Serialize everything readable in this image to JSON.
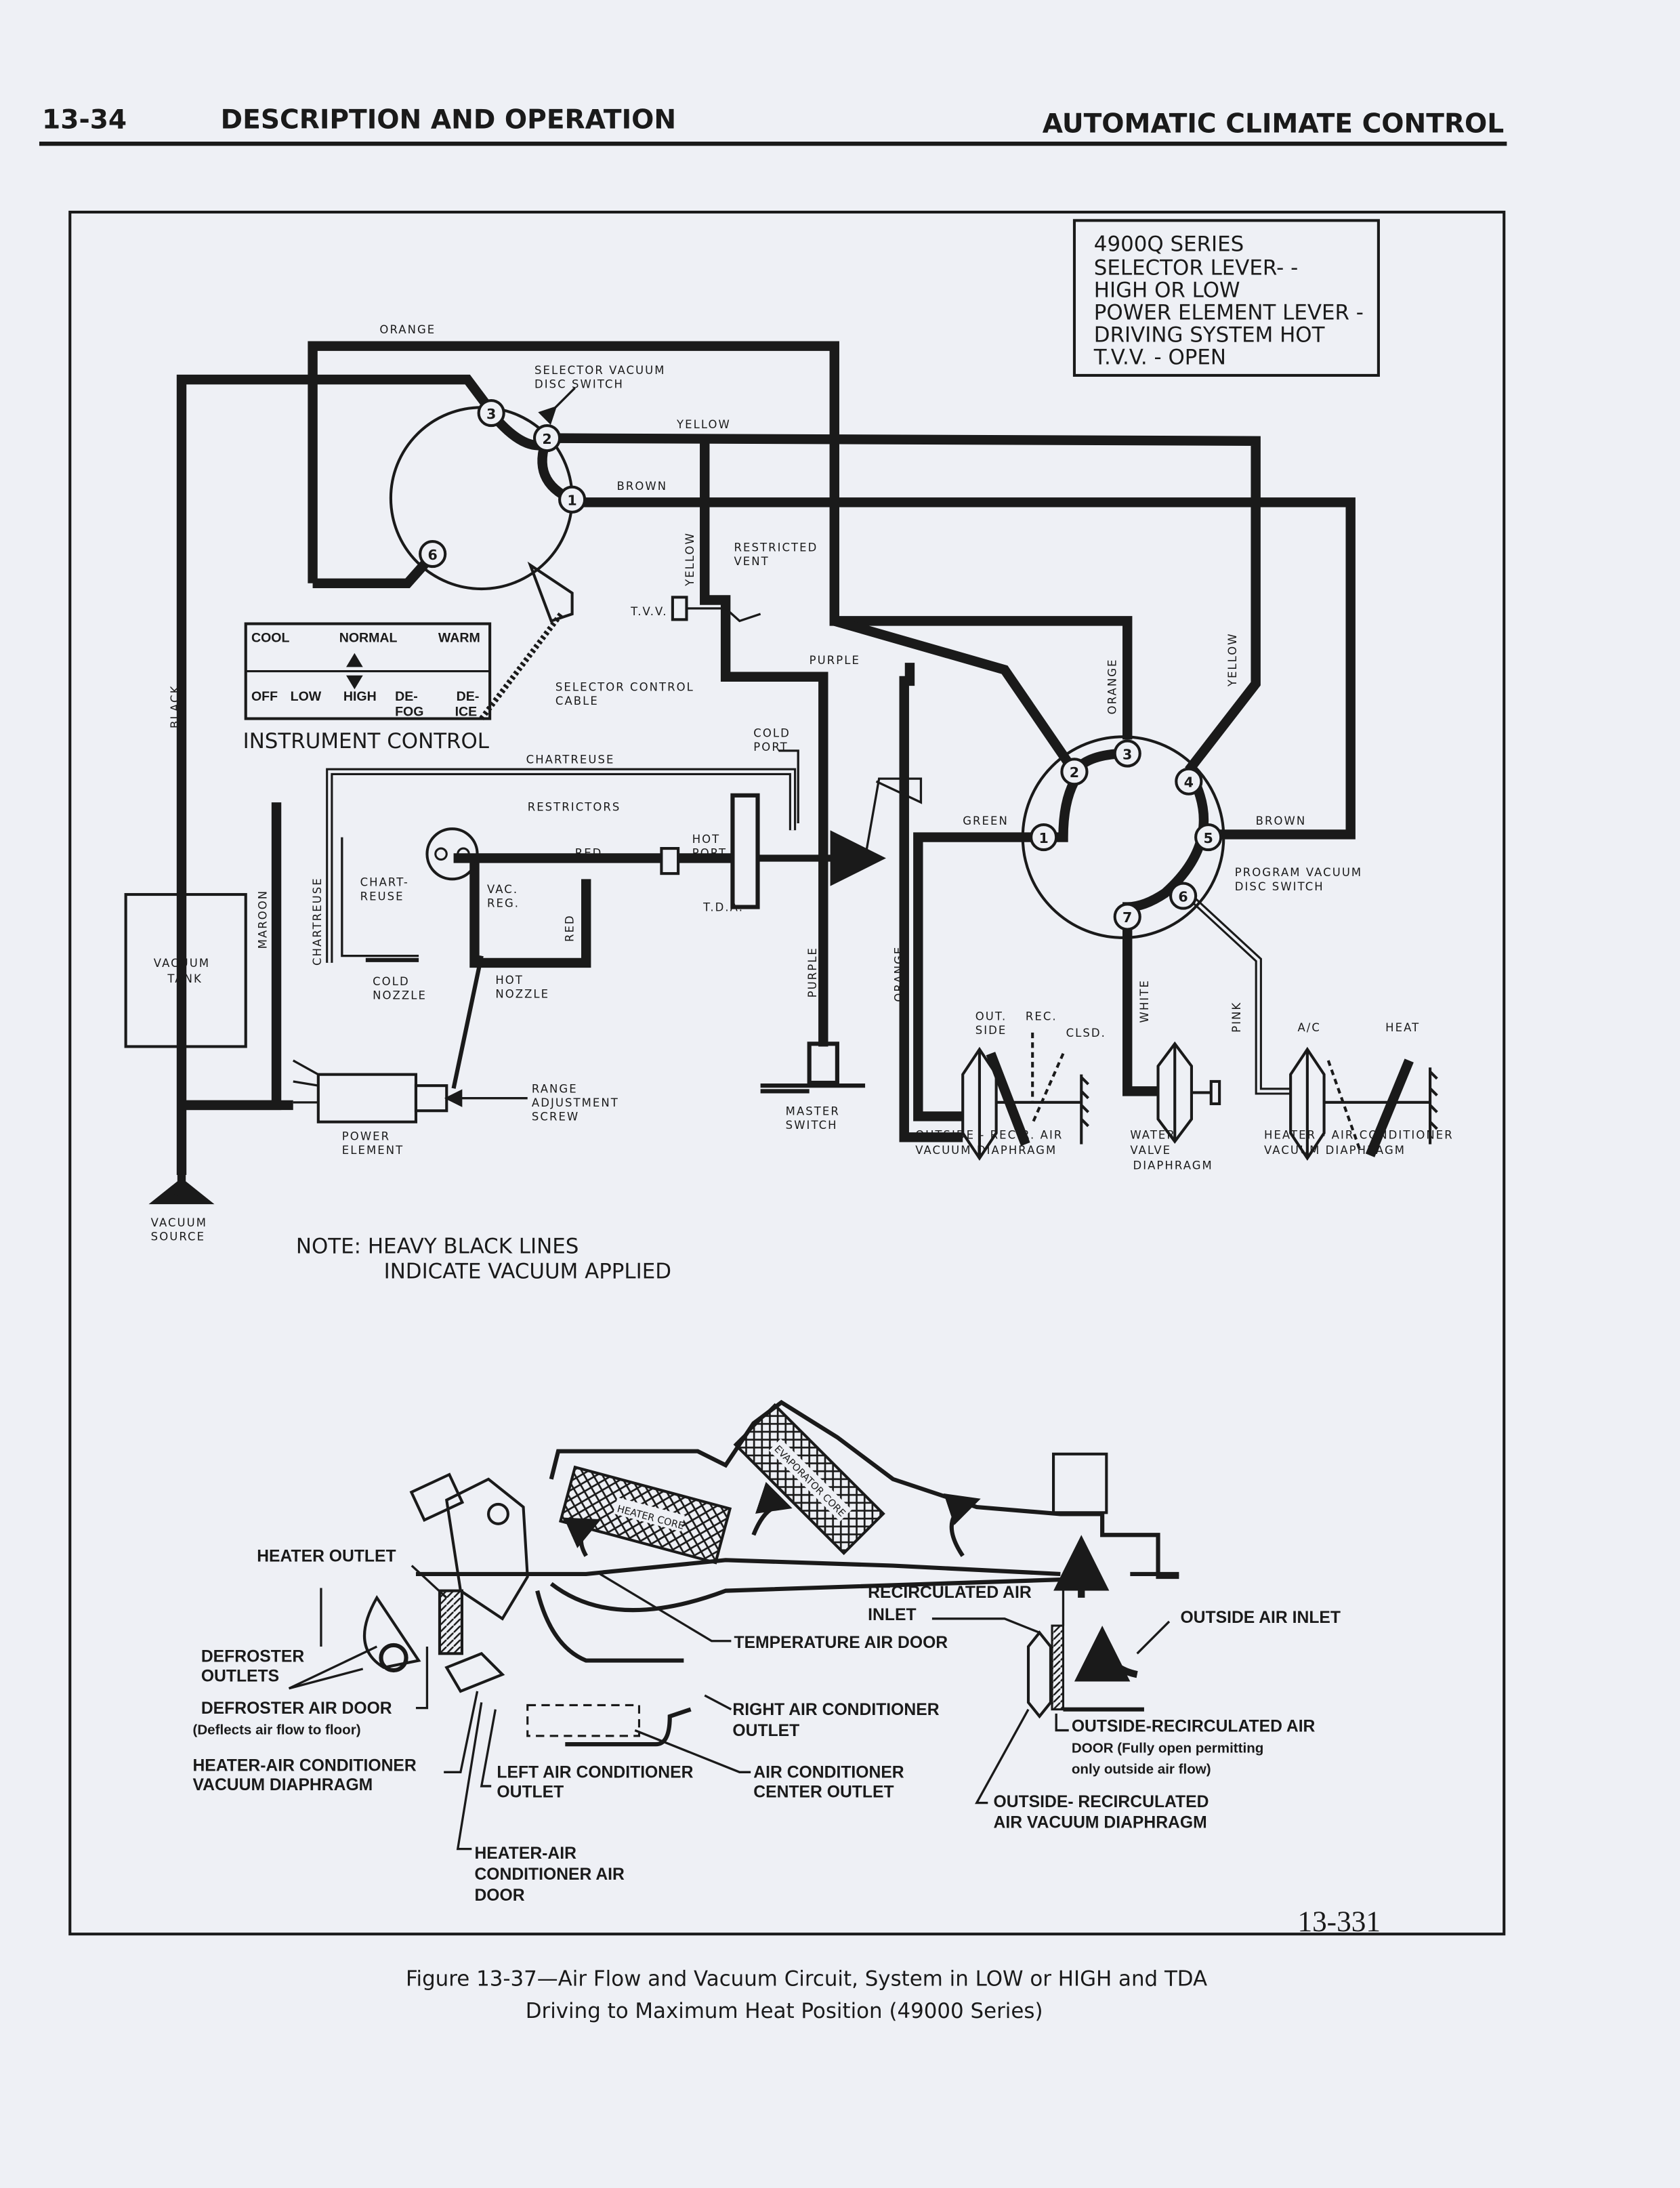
{
  "header": {
    "page_number": "13-34",
    "section": "DESCRIPTION AND OPERATION",
    "chapter": "AUTOMATIC CLIMATE CONTROL"
  },
  "info_box": [
    "4900Q SERIES",
    "SELECTOR LEVER- -",
    "HIGH OR LOW",
    "POWER ELEMENT LEVER -",
    "DRIVING SYSTEM HOT",
    "T.V.V. - OPEN"
  ],
  "circuit": {
    "orange": "ORANGE",
    "selector_switch": [
      "SELECTOR VACUUM",
      "DISC SWITCH"
    ],
    "yellow": "YELLOW",
    "brown": "BROWN",
    "yellow_v": "YELLOW",
    "restricted_vent": [
      "RESTRICTED",
      "VENT"
    ],
    "tvv": "T.V.V.",
    "purple": "PURPLE",
    "instrument": {
      "cool": "COOL",
      "normal": "NORMAL",
      "warm": "WARM",
      "off": "OFF",
      "low": "LOW",
      "high": "HIGH",
      "defog": [
        "DE-",
        "FOG"
      ],
      "deice": [
        "DE-",
        "ICE"
      ],
      "title": "INSTRUMENT CONTROL"
    },
    "selector_cable": [
      "SELECTOR CONTROL",
      "CABLE"
    ],
    "black_v": "BLACK",
    "chartreuse": "CHARTREUSE",
    "cold_port": [
      "COLD",
      "PORT"
    ],
    "restrictors": "RESTRICTORS",
    "red": "RED",
    "hot_port": [
      "HOT",
      "PORT"
    ],
    "tda": "T.D.A.",
    "chart_reuse": [
      "CHART-",
      "REUSE"
    ],
    "vac_reg": [
      "VAC.",
      "REG."
    ],
    "red_v": "RED",
    "chartreuse_v": "CHARTREUSE",
    "maroon_v": "MAROON",
    "vacuum_tank": [
      "VACUUM",
      "TANK"
    ],
    "cold_nozzle": [
      "COLD",
      "NOZZLE"
    ],
    "hot_nozzle": [
      "HOT",
      "NOZZLE"
    ],
    "range_screw": [
      "RANGE",
      "ADJUSTMENT",
      "SCREW"
    ],
    "power_element": [
      "POWER",
      "ELEMENT"
    ],
    "master_switch": [
      "MASTER",
      "SWITCH"
    ],
    "purple_v": "PURPLE",
    "orange_v": "ORANGE",
    "orange_v2": "ORANGE",
    "yellow_v2": "YELLOW",
    "green": "GREEN",
    "brown2": "BROWN",
    "program_switch": [
      "PROGRAM VACUUM",
      "DISC SWITCH"
    ],
    "white_v": "WHITE",
    "pink_v": "PINK",
    "outside": [
      "OUT.",
      "SIDE"
    ],
    "rec": "REC.",
    "clsd": "CLSD.",
    "ac": "A/C",
    "heat": "HEAT",
    "outside_recir_diaphragm": [
      "OUTSIDE - RECIR. AIR",
      "VACUUM DIAPHRAGM"
    ],
    "water_valve": [
      "WATER",
      "VALVE",
      "DIAPHRAGM"
    ],
    "heater_ac_diaphragm": [
      "HEATER - AIR CONDITIONER",
      "VACUUM DIAPHRAGM"
    ],
    "vacuum_source": [
      "VACUUM",
      "SOURCE"
    ],
    "selector_ports": [
      "1",
      "2",
      "3",
      "6"
    ],
    "program_ports": [
      "1",
      "2",
      "3",
      "4",
      "5",
      "6",
      "7"
    ]
  },
  "note": [
    "NOTE: HEAVY BLACK LINES",
    "INDICATE VACUUM APPLIED"
  ],
  "airflow": {
    "heater_outlet": "HEATER OUTLET",
    "heater_core": "HEATER CORE",
    "evaporator_core": "EVAPORATOR CORE",
    "defroster_outlets": [
      "DEFROSTER",
      "OUTLETS"
    ],
    "defroster_door": [
      "DEFROSTER AIR DOOR",
      "(Deflects air flow to floor)"
    ],
    "heater_ac_vacuum": [
      "HEATER-AIR CONDITIONER",
      "VACUUM DIAPHRAGM"
    ],
    "left_ac_outlet": [
      "LEFT AIR CONDITIONER",
      "OUTLET"
    ],
    "heater_ac_door": [
      "HEATER-AIR",
      "CONDITIONER AIR",
      "DOOR"
    ],
    "temperature_door": "TEMPERATURE AIR DOOR",
    "right_ac_outlet": [
      "RIGHT AIR CONDITIONER",
      "OUTLET"
    ],
    "ac_center_outlet": [
      "AIR CONDITIONER",
      "CENTER OUTLET"
    ],
    "recirc_inlet": [
      "RECIRCULATED AIR",
      "INLET"
    ],
    "outside_inlet": "OUTSIDE AIR INLET",
    "or_door": [
      "OUTSIDE-RECIRCULATED AIR",
      "DOOR (Fully open permitting",
      "only outside air flow)"
    ],
    "or_diaphragm": [
      "OUTSIDE- RECIRCULATED",
      "AIR VACUUM DIAPHRAGM"
    ]
  },
  "figure_number": "13-331",
  "caption": [
    "Figure 13-37—Air Flow and Vacuum Circuit, System in LOW or HIGH and TDA",
    "Driving to Maximum Heat Position (49000 Series)"
  ]
}
